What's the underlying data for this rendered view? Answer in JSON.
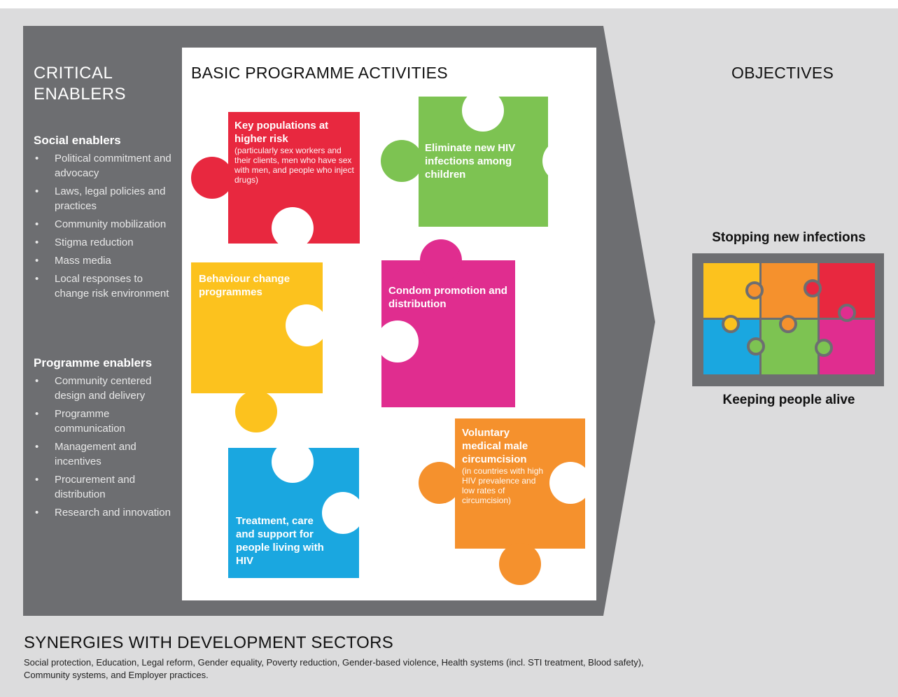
{
  "critical_enablers": {
    "title": "CRITICAL ENABLERS",
    "social": {
      "heading": "Social enablers",
      "items": [
        "Political commitment and advocacy",
        "Laws, legal policies and practices",
        "Community mobilization",
        "Stigma reduction",
        "Mass media",
        "Local responses to change risk environment"
      ]
    },
    "programme": {
      "heading": "Programme enablers",
      "items": [
        "Community centered design and delivery",
        "Programme communication",
        "Management and incentives",
        "Procurement and distribution",
        "Research and innovation"
      ]
    }
  },
  "activities": {
    "title": "BASIC PROGRAMME ACTIVITIES",
    "pieces": {
      "key_populations": {
        "label": "Key populations at higher risk",
        "detail": "(particularly sex workers and their clients, men who have sex with men, and people who inject drugs)",
        "color": "#e8283f"
      },
      "eliminate_children": {
        "label": "Eliminate new HIV infections among children",
        "color": "#7dc352"
      },
      "behaviour_change": {
        "label": "Behaviour change programmes",
        "color": "#fcc21e"
      },
      "condom": {
        "label": "Condom promotion and distribution",
        "color": "#e02d8f"
      },
      "treatment": {
        "label": "Treatment, care and support for people living with HIV",
        "color": "#1aa7e0"
      },
      "circumcision": {
        "label": "Voluntary medical male circumcision",
        "detail": "(in countries with high HIV prevalence and low rates of circumcision)",
        "color": "#f5912d"
      }
    }
  },
  "objectives": {
    "title": "OBJECTIVES",
    "top_label": "Stopping new infections",
    "bottom_label": "Keeping people alive"
  },
  "synergies": {
    "title": "SYNERGIES WITH DEVELOPMENT SECTORS",
    "text": "Social protection, Education, Legal reform, Gender equality, Poverty reduction, Gender-based violence, Health systems (incl. STI treatment, Blood safety), Community systems, and Employer practices."
  },
  "colors": {
    "background": "#dcdcdd",
    "enablers_panel": "#6d6e71",
    "activities_panel": "#ffffff"
  }
}
